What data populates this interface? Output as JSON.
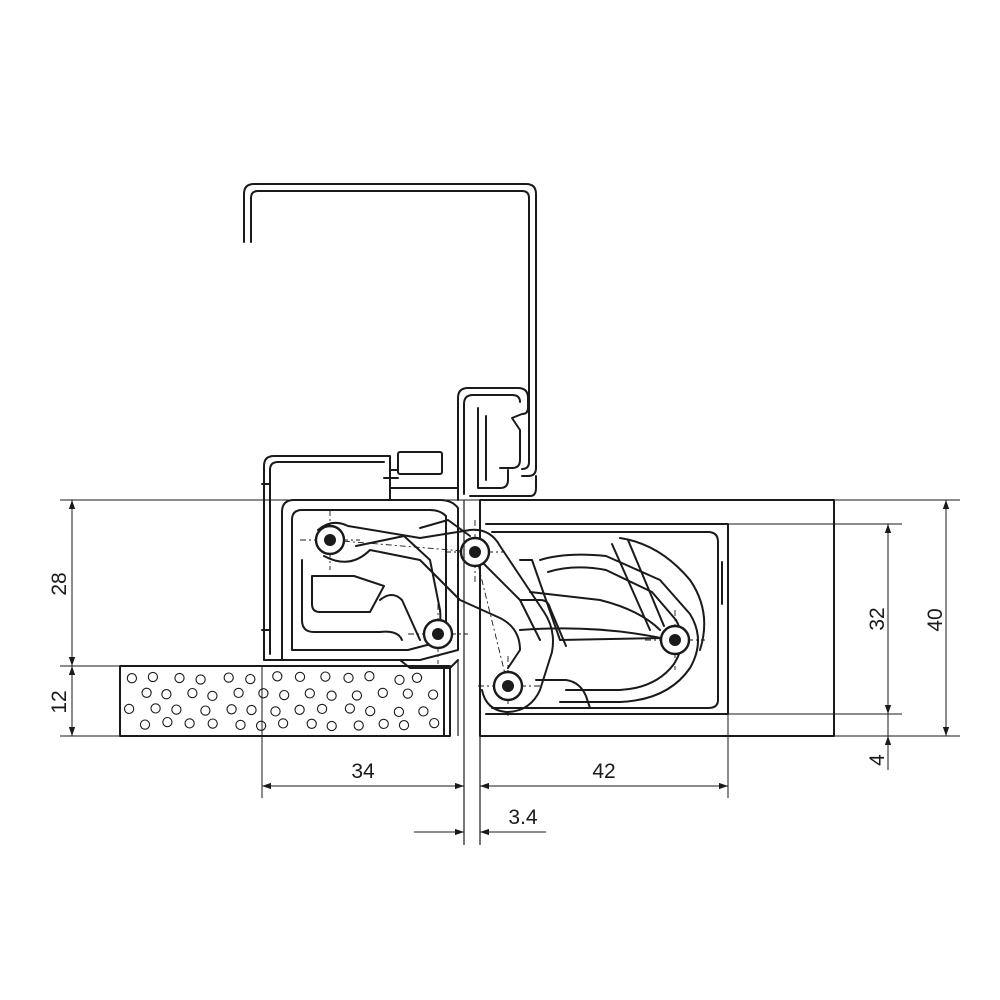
{
  "dimensions": {
    "d28": "28",
    "d12": "12",
    "d34": "34",
    "d42": "42",
    "d3_4": "3.4",
    "d32": "32",
    "d40": "40",
    "d4": "4"
  },
  "colors": {
    "stroke": "#1a1a1a",
    "background": "#ffffff"
  }
}
